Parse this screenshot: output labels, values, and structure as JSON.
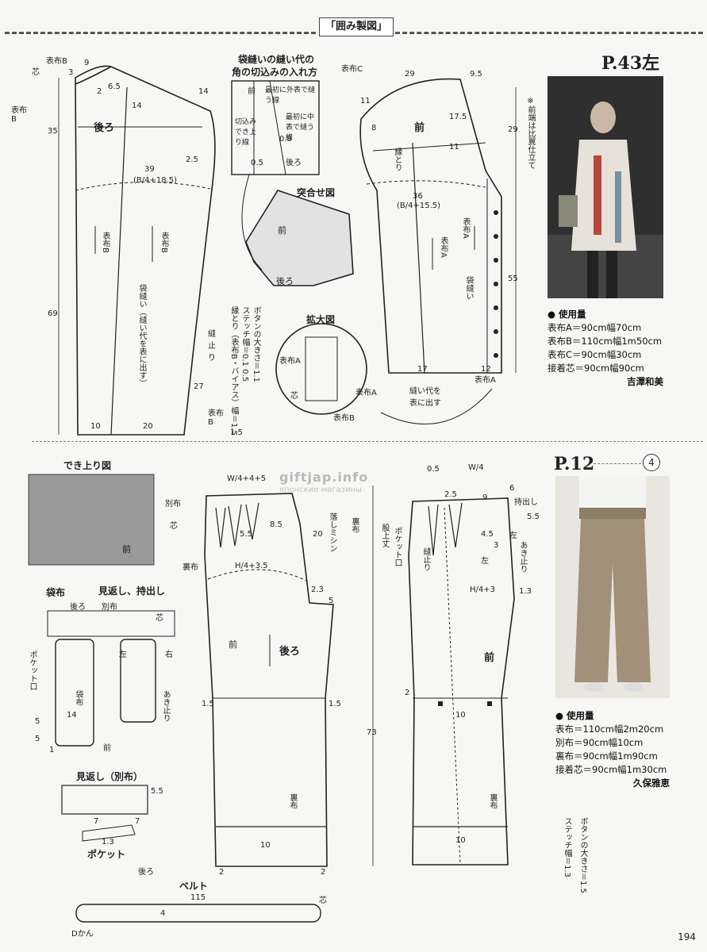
{
  "header": {
    "title": "「囲み製図」"
  },
  "section_top": {
    "page_label": "P.43左",
    "note_vertical": "※前端は比翼仕立て",
    "seam_title_line1": "袋縫いの縫い代の",
    "seam_title_line2": "角の切込みの入れ方",
    "seam_detail": {
      "front": "前",
      "back": "後ろ",
      "first": "最初に外表で縫う線",
      "second": "最初に中表で縫う線",
      "cut": "切込みでき上り線",
      "v08": "0.8",
      "v05": "0.5"
    },
    "assembly_title": "突合せ図",
    "enlarge_title": "拡大図",
    "pieces": {
      "back": "後ろ",
      "front": "前",
      "omote_a": "表布A",
      "omote_b": "表布B",
      "omote_c": "表布C",
      "shin": "芯",
      "fukuro": "袋縫い",
      "fukuro_note": "袋縫い（縫い代を表に出す）",
      "nuidomari": "縫止り",
      "fuchitori": "縁とり",
      "ura_ni_dasu": "縫い代を表に出す"
    },
    "dims": {
      "d9": "9",
      "d3": "3",
      "d2": "2",
      "d65": "6.5",
      "d14": "14",
      "d35": "35",
      "d39": "39",
      "bformula_back": "(B/4+18.5)",
      "d25": "2.5",
      "d69": "69",
      "d10": "10",
      "d20": "20",
      "d27": "27",
      "d29": "29",
      "d95": "9.5",
      "d11": "11",
      "d8": "8",
      "d175": "17.5",
      "d36": "36",
      "bformula_front": "(B/4+15.5)",
      "d55": "55",
      "d17": "17",
      "d12": "12",
      "d15": "1.5"
    },
    "vertical_notes": {
      "button": "ボタンの大きさ＝1.1",
      "stitch": "ステッチ幅＝0.1 0.5",
      "binding": "縁とり（表布B・バイアス）幅＝1.5"
    },
    "usage": {
      "heading": "● 使用量",
      "lines": [
        "表布A＝90cm幅70cm",
        "表布B＝110cm幅1m50cm",
        "表布C＝90cm幅30cm",
        "接着芯＝90cm幅90cm"
      ],
      "author": "吉澤和美"
    }
  },
  "section_bottom": {
    "page_label": "P.12",
    "circle_num": "4",
    "finished_title": "でき上り図",
    "front": "前",
    "back": "後ろ",
    "bag_title": "袋布",
    "facing_title": "見返し、持出し",
    "facing_other_title": "見返し（別布）",
    "pocket": "ポケット",
    "pocket_mouth": "ポケット口",
    "belt": "ベルト",
    "dkan": "Dかん",
    "shin": "芯",
    "betsu": "別布",
    "ura": "裏布",
    "ura_fu": "裏布",
    "hidari": "左",
    "migi": "右",
    "mochidashi": "持出し",
    "otoshi": "落しミシン",
    "matagami": "股上丈",
    "fukuro_nuno": "袋布",
    "akidomari": "あき止り",
    "nuidomari": "縫止り",
    "dims": {
      "w_formula": "W/4+4+5",
      "h_formula": "H/4+3.5",
      "w4": "W/4",
      "h_formula_front": "H/4+3",
      "d05": "0.5",
      "d25": "2.5",
      "d9": "9",
      "d6": "6",
      "d55": "5.5",
      "d85": "8.5",
      "d20": "20",
      "d23": "2.3",
      "d5": "5",
      "d15": "1.5",
      "d73": "73",
      "d10": "10",
      "d2": "2",
      "d13": "1.3",
      "d3": "3",
      "d14": "14",
      "d45": "4.5",
      "d7": "7",
      "d115": "115",
      "d4": "4",
      "d1": "1"
    },
    "vertical_notes": {
      "button": "ボタンの大きさ＝1.5",
      "stitch": "ステッチ幅＝1.3"
    },
    "usage": {
      "heading": "● 使用量",
      "lines": [
        "表布＝110cm幅2m20cm",
        "別布＝90cm幅10cm",
        "裏布＝90cm幅1m90cm",
        "接着芯＝90cm幅1m30cm"
      ],
      "author": "久保雅恵"
    }
  },
  "watermark": {
    "main": "giftjap.info",
    "sub": "японские магазины"
  },
  "page_number": "194"
}
